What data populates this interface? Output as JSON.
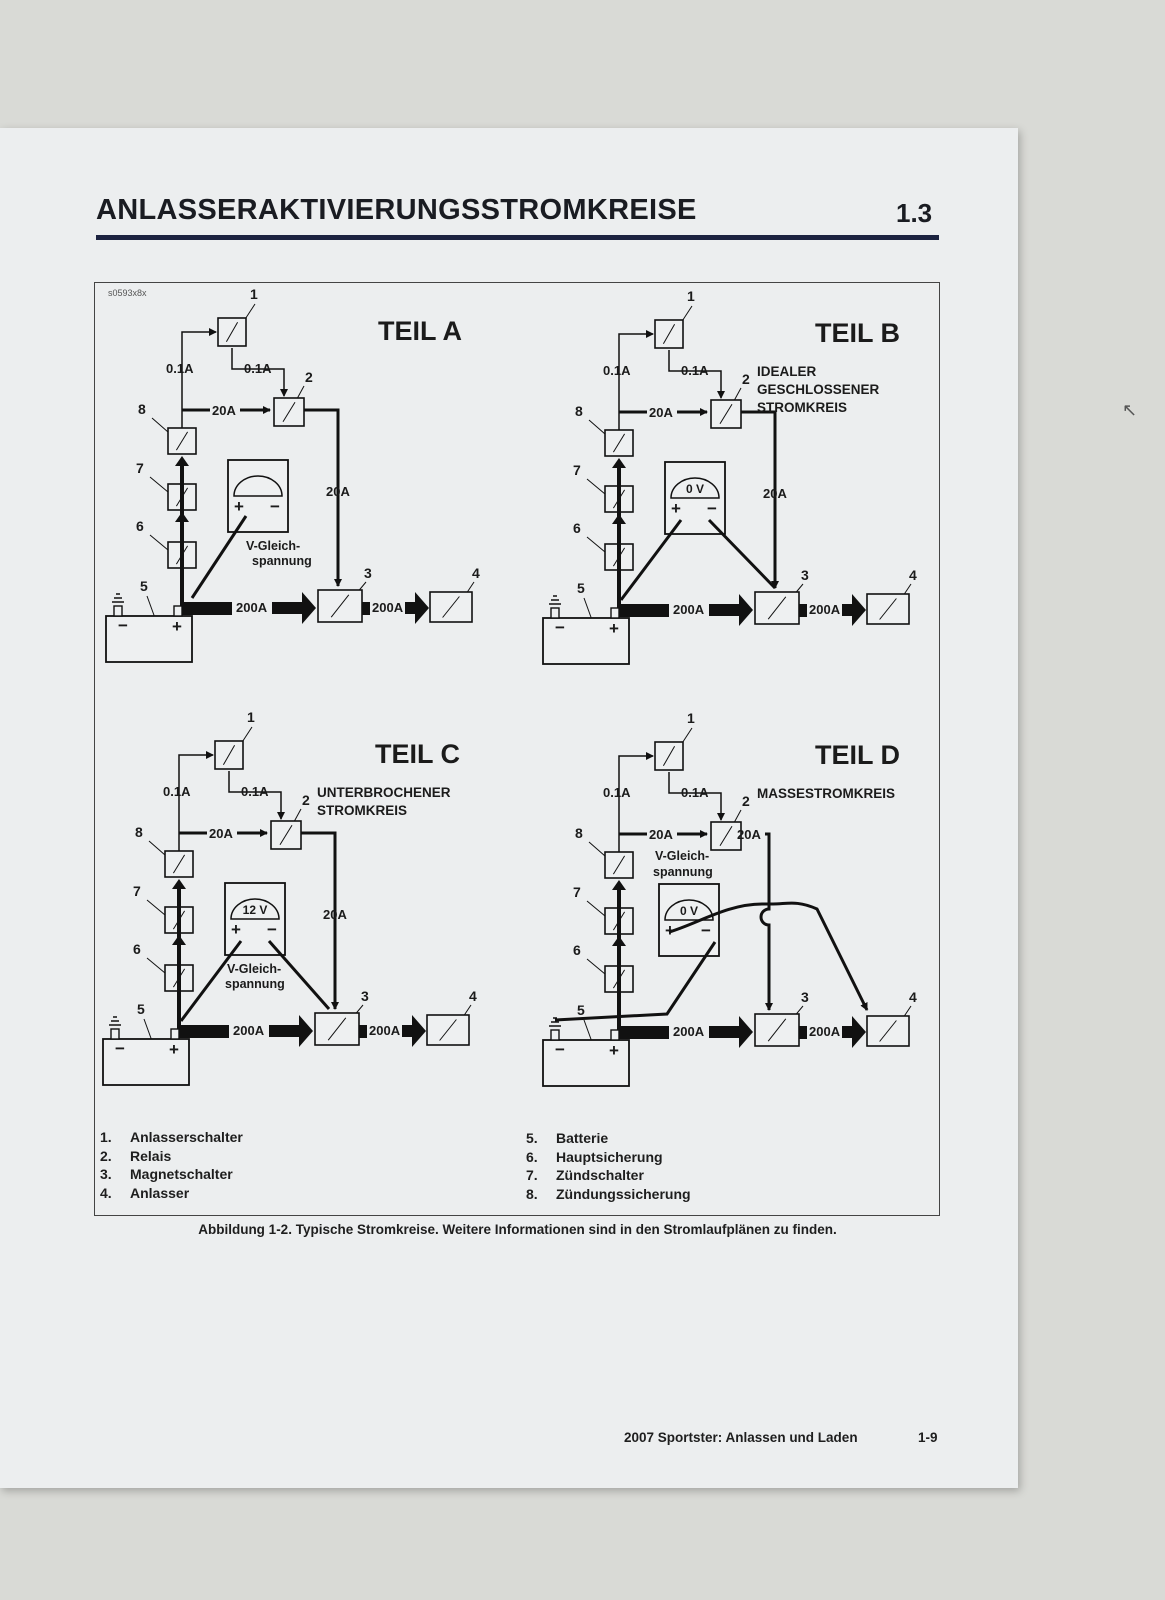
{
  "header": {
    "title": "ANLASSERAKTIVIERUNGSSTROMKREISE",
    "section": "1.3"
  },
  "figure_id": "s0593x8x",
  "panels": [
    {
      "title": "TEIL A",
      "subtitle": [
        "",
        "",
        ""
      ],
      "meter_text": "",
      "vlabel": [
        "V-Gleich-",
        "spannung"
      ]
    },
    {
      "title": "TEIL B",
      "subtitle": [
        "IDEALER",
        "GESCHLOSSENER",
        "STROMKREIS"
      ],
      "meter_text": "0 V",
      "vlabel": [
        "",
        ""
      ]
    },
    {
      "title": "TEIL C",
      "subtitle": [
        "UNTERBROCHENER",
        "STROMKREIS",
        ""
      ],
      "meter_text": "12 V",
      "vlabel": [
        "V-Gleich-",
        "spannung"
      ]
    },
    {
      "title": "TEIL D",
      "subtitle": [
        "MASSESTROMKREIS",
        "",
        ""
      ],
      "meter_text": "0 V",
      "vlabel": [
        "V-Gleich-",
        "spannung"
      ]
    }
  ],
  "currents": {
    "low": "0.1A",
    "mid": "20A",
    "high": "200A"
  },
  "numbers": [
    "1",
    "2",
    "3",
    "4",
    "5",
    "6",
    "7",
    "8"
  ],
  "battery": {
    "minus": "−",
    "plus": "+"
  },
  "legend_left": [
    {
      "n": "1.",
      "label": "Anlasserschalter"
    },
    {
      "n": "2.",
      "label": "Relais"
    },
    {
      "n": "3.",
      "label": "Magnetschalter"
    },
    {
      "n": "4.",
      "label": "Anlasser"
    }
  ],
  "legend_right": [
    {
      "n": "5.",
      "label": "Batterie"
    },
    {
      "n": "6.",
      "label": "Hauptsicherung"
    },
    {
      "n": "7.",
      "label": "Zündschalter"
    },
    {
      "n": "8.",
      "label": "Zündungssicherung"
    }
  ],
  "caption": "Abbildung 1-2. Typische Stromkreise. Weitere Informationen sind in den Stromlaufplänen zu finden.",
  "footer": {
    "text": "2007 Sportster: Anlassen und Laden",
    "page": "1-9"
  }
}
